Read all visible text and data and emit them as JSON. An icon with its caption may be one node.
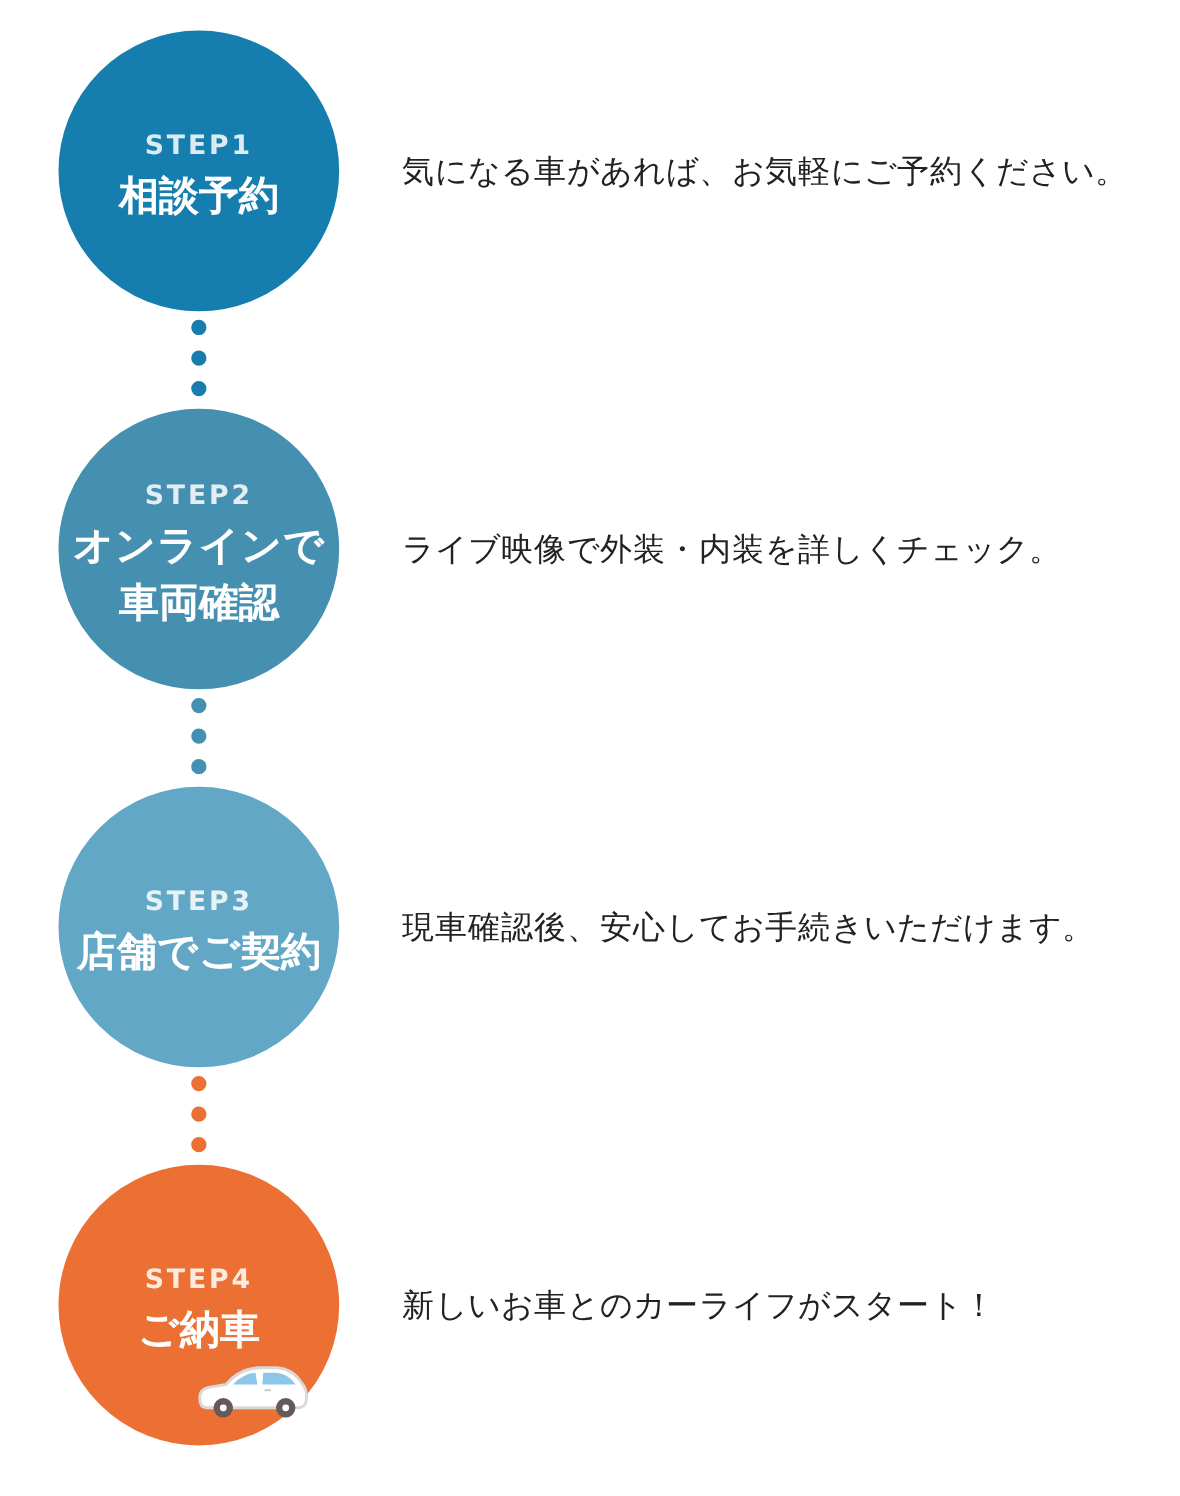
{
  "diagram": {
    "nodes": [
      {
        "text": [
          "STEP1",
          "相談予約"
        ],
        "beside": [
          "気になる車があれば、お気軽にご予約ください。"
        ]
      },
      {
        "text": [
          "STEP2",
          "オンラインで車両確認"
        ],
        "beside": [
          "ライブ映像で外装・内装を詳しくチェック。"
        ]
      },
      {
        "text": [
          "STEP3",
          "店舗でご契約"
        ],
        "beside": [
          "現車確認後、安心してお手続きいただけます。"
        ]
      },
      {
        "text": [
          "STEP4",
          "ご納車"
        ],
        "beside": [
          "新しいお車とのカーライフがスタート！"
        ]
      }
    ],
    "edges": [
      {
        "from": 0,
        "to": 1,
        "arrow": "none",
        "style": "dashed",
        "color": "#167eae"
      },
      {
        "from": 1,
        "to": 2,
        "arrow": "none",
        "style": "dashed",
        "color": "#4590b0"
      },
      {
        "from": 2,
        "to": 3,
        "arrow": "none",
        "style": "dashed",
        "color": "#ec7033"
      }
    ]
  }
}
